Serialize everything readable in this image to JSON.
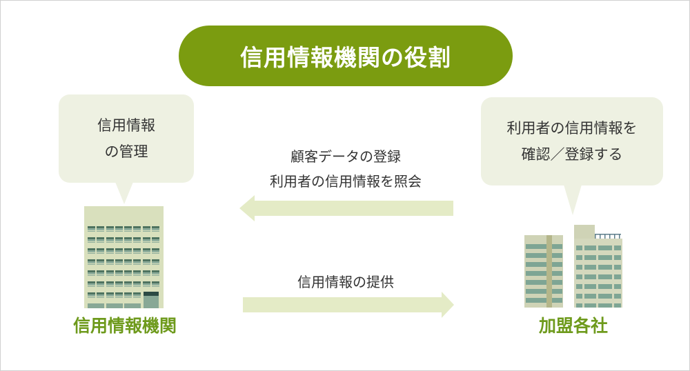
{
  "title": "信用情報機関の役割",
  "left_bubble": {
    "line1": "信用情報",
    "line2": "の管理"
  },
  "right_bubble": {
    "line1": "利用者の信用情報を",
    "line2": "確認／登録する"
  },
  "top_arrow": {
    "line1": "顧客データの登録",
    "line2": "利用者の信用情報を照会"
  },
  "bottom_arrow": {
    "line1": "信用情報の提供"
  },
  "left_label": "信用情報機関",
  "right_label": "加盟各社",
  "colors": {
    "accent": "#7b9c10",
    "bubble": "#eef1e2",
    "arrow": "#e4ebc6",
    "label": "#6e9a1c"
  }
}
